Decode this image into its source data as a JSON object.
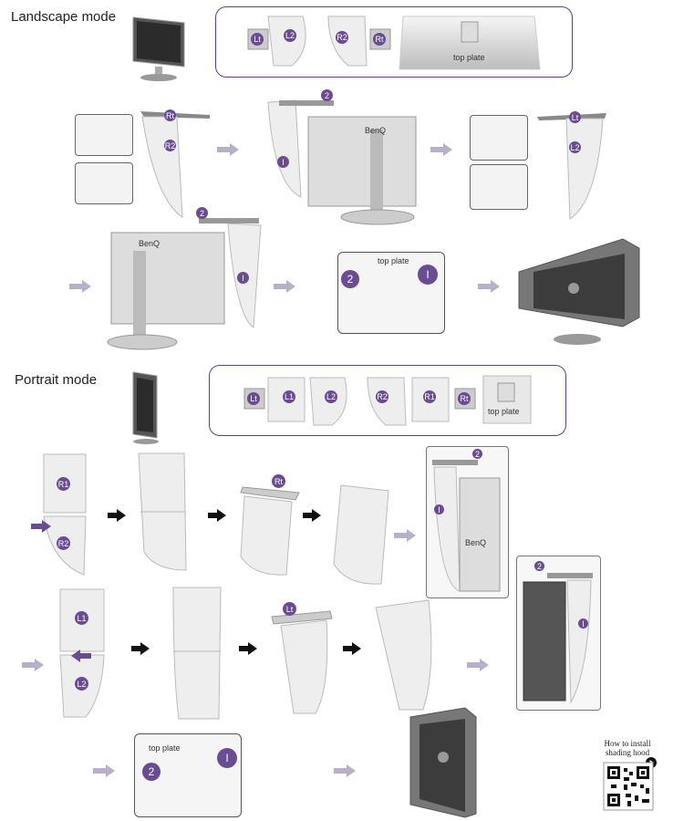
{
  "landscape": {
    "heading": "Landscape mode",
    "parts": [
      "Lt",
      "L2",
      "R2",
      "Rt"
    ],
    "top_plate": "top plate",
    "step_labels": {
      "one": "I",
      "two": "2",
      "rt": "Rt",
      "r2": "R2",
      "lt": "Lt",
      "l2": "L2"
    },
    "brand": "BenQ"
  },
  "portrait": {
    "heading": "Portrait mode",
    "parts": [
      "Lt",
      "L1",
      "L2",
      "R2",
      "R1",
      "Rt"
    ],
    "top_plate": "top plate",
    "step_labels": {
      "one": "I",
      "two": "2",
      "r1": "R1",
      "r2": "R2",
      "rt": "Rt",
      "l1": "L1",
      "l2": "L2",
      "lt": "Lt"
    },
    "brand": "BenQ"
  },
  "qr": {
    "label_line1": "How to install",
    "label_line2": "shading hood",
    "icon": "play-icon"
  },
  "colors": {
    "accent": "#6a4c93",
    "arrow_gray": "#b8b0c8",
    "frame": "#5b3f8a",
    "panel": "#e8e8e8"
  }
}
